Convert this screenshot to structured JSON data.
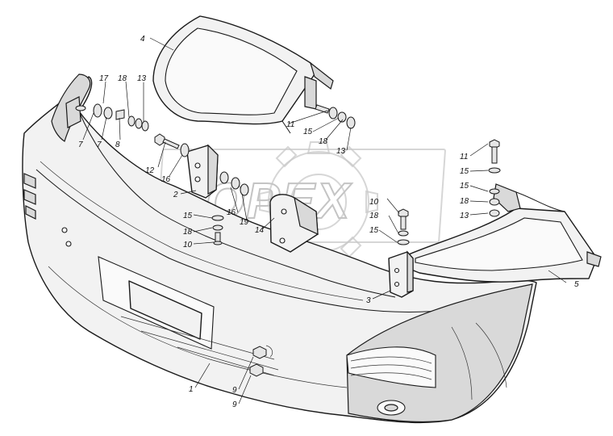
{
  "watermark": {
    "text": "OPEX"
  },
  "labels": [
    {
      "id": "callout-4",
      "text": "4"
    },
    {
      "id": "callout-17",
      "text": "17"
    },
    {
      "id": "callout-18a",
      "text": "18"
    },
    {
      "id": "callout-13a",
      "text": "13"
    },
    {
      "id": "callout-7a",
      "text": "7"
    },
    {
      "id": "callout-7b",
      "text": "7"
    },
    {
      "id": "callout-8",
      "text": "8"
    },
    {
      "id": "callout-11a",
      "text": "11"
    },
    {
      "id": "callout-15a",
      "text": "15"
    },
    {
      "id": "callout-18b",
      "text": "18"
    },
    {
      "id": "callout-13b",
      "text": "13"
    },
    {
      "id": "callout-12",
      "text": "12"
    },
    {
      "id": "callout-16a",
      "text": "16"
    },
    {
      "id": "callout-2",
      "text": "2"
    },
    {
      "id": "callout-15b",
      "text": "15"
    },
    {
      "id": "callout-16b",
      "text": "16"
    },
    {
      "id": "callout-19",
      "text": "19"
    },
    {
      "id": "callout-18c",
      "text": "18"
    },
    {
      "id": "callout-10a",
      "text": "10"
    },
    {
      "id": "callout-14",
      "text": "14"
    },
    {
      "id": "callout-10b",
      "text": "10"
    },
    {
      "id": "callout-18d",
      "text": "18"
    },
    {
      "id": "callout-15c",
      "text": "15"
    },
    {
      "id": "callout-11b",
      "text": "11"
    },
    {
      "id": "callout-15d",
      "text": "15"
    },
    {
      "id": "callout-15e",
      "text": "15"
    },
    {
      "id": "callout-18e",
      "text": "18"
    },
    {
      "id": "callout-13c",
      "text": "13"
    },
    {
      "id": "callout-5",
      "text": "5"
    },
    {
      "id": "callout-3",
      "text": "3"
    },
    {
      "id": "callout-1",
      "text": "1"
    },
    {
      "id": "callout-9a",
      "text": "9"
    },
    {
      "id": "callout-9b",
      "text": "9"
    }
  ]
}
